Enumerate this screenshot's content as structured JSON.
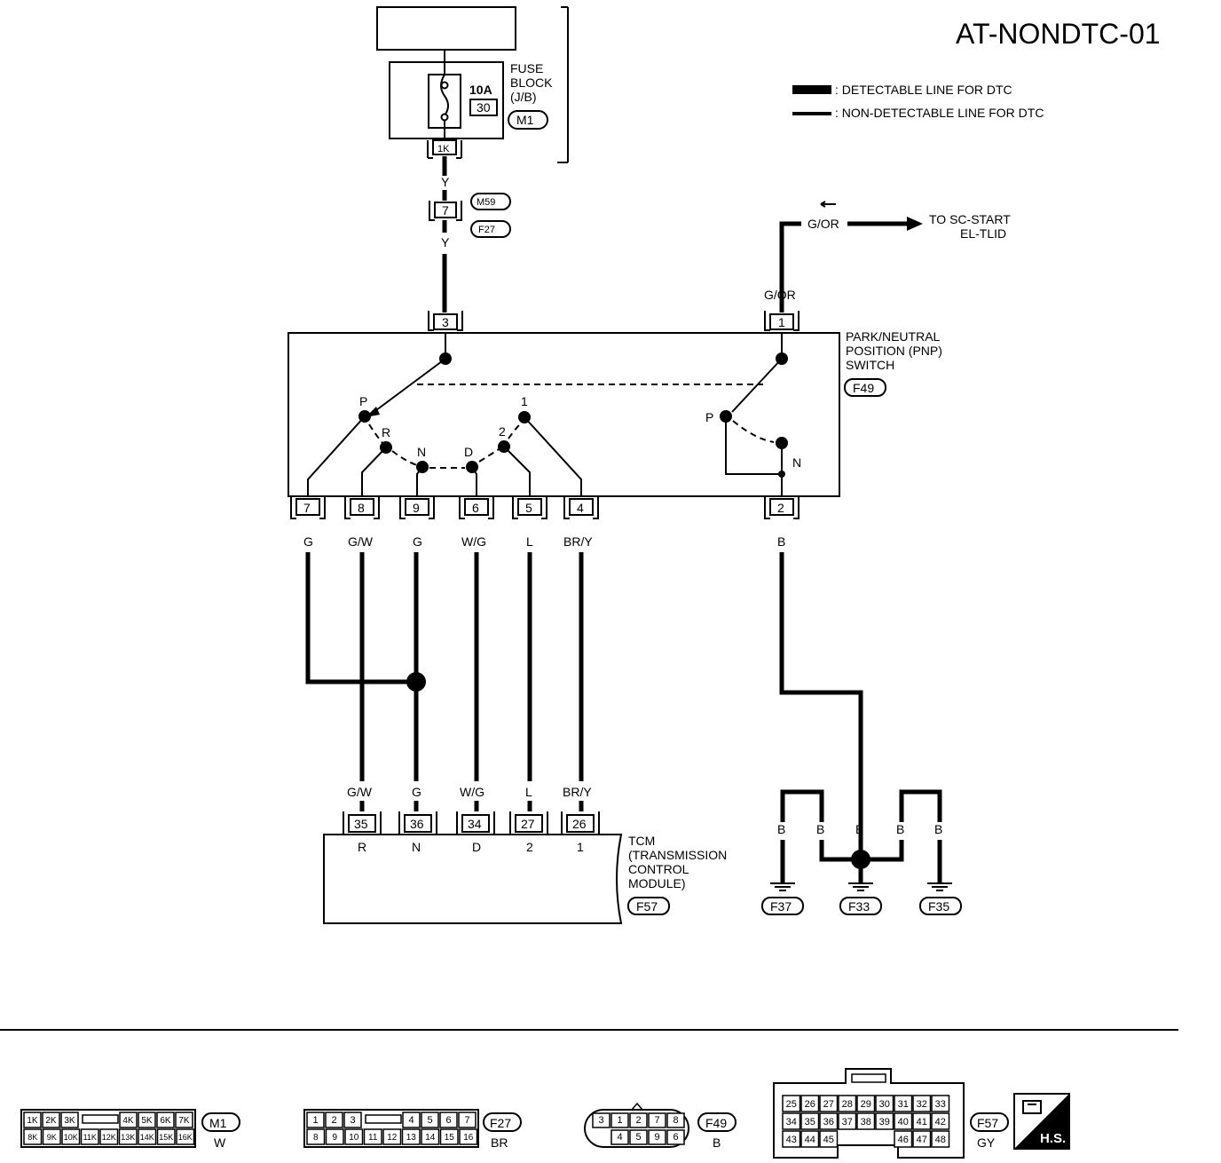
{
  "title": "AT-NONDTC-01",
  "legend": {
    "detectable": ": DETECTABLE LINE FOR DTC",
    "non_detectable": ": NON-DETECTABLE LINE FOR DTC"
  },
  "fuse": {
    "label_line1": "FUSE",
    "label_line2": "BLOCK",
    "label_line3": "(J/B)",
    "rating": "10A",
    "number": "30",
    "connector": "M1",
    "terminal": "1K"
  },
  "joint": {
    "wire_top": "Y",
    "terminal": "7",
    "connector_a": "M59",
    "connector_b": "F27",
    "wire_bottom": "Y"
  },
  "start_ref": {
    "wire": "G/OR",
    "to_line1": "TO SC-START",
    "to_line2": "EL-TLID"
  },
  "pnp": {
    "label_line1": "PARK/NEUTRAL",
    "label_line2": "POSITION (PNP)",
    "label_line3": "SWITCH",
    "connector": "F49",
    "top_left_terminal": "3",
    "top_right_terminal": "1",
    "top_right_wire": "G/OR",
    "positions_left": [
      "P",
      "R",
      "N",
      "D",
      "2",
      "1"
    ],
    "positions_right": [
      "P",
      "N"
    ],
    "bottom_terminals": [
      "7",
      "8",
      "9",
      "6",
      "5",
      "4"
    ],
    "bottom_wires": [
      "G",
      "G/W",
      "G",
      "W/G",
      "L",
      "BR/Y"
    ],
    "right_bottom_terminal": "2",
    "right_bottom_wire": "B"
  },
  "tcm": {
    "label_line1": "TCM",
    "label_line2": "(TRANSMISSION",
    "label_line3": "CONTROL",
    "label_line4": "MODULE)",
    "connector": "F57",
    "terminals": [
      "35",
      "36",
      "34",
      "27",
      "26"
    ],
    "wires": [
      "G/W",
      "G",
      "W/G",
      "L",
      "BR/Y"
    ],
    "functions": [
      "R",
      "N",
      "D",
      "2",
      "1"
    ]
  },
  "grounds": {
    "wires": [
      "B",
      "B",
      "B",
      "B",
      "B"
    ],
    "points": [
      "F37",
      "F33",
      "F35"
    ]
  },
  "connector_views": {
    "m1": {
      "row1": [
        "1K",
        "2K",
        "3K",
        "4K",
        "5K",
        "6K",
        "7K"
      ],
      "row2": [
        "8K",
        "9K",
        "10K",
        "11K",
        "12K",
        "13K",
        "14K",
        "15K",
        "16K"
      ],
      "id": "M1",
      "color": "W"
    },
    "f27": {
      "row1": [
        "1",
        "2",
        "3",
        "4",
        "5",
        "6",
        "7"
      ],
      "row2": [
        "8",
        "9",
        "10",
        "11",
        "12",
        "13",
        "14",
        "15",
        "16"
      ],
      "id": "F27",
      "color": "BR"
    },
    "f49": {
      "row1": [
        "3",
        "1",
        "2",
        "7",
        "8"
      ],
      "row2": [
        "4",
        "5",
        "9",
        "6"
      ],
      "id": "F49",
      "color": "B"
    },
    "f57": {
      "row1": [
        "25",
        "26",
        "27",
        "28",
        "29",
        "30",
        "31",
        "32",
        "33"
      ],
      "row2": [
        "34",
        "35",
        "36",
        "37",
        "38",
        "39",
        "40",
        "41",
        "42"
      ],
      "row3": [
        "43",
        "44",
        "45",
        "46",
        "47",
        "48"
      ],
      "id": "F57",
      "color": "GY"
    },
    "hs": "H.S."
  }
}
